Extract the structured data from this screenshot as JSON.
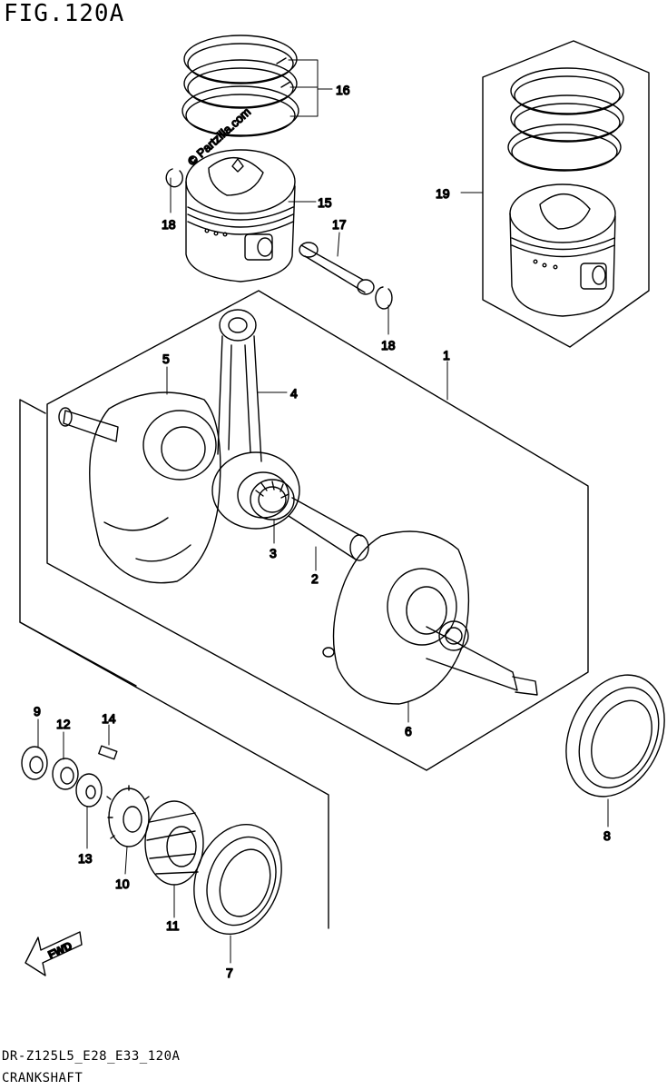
{
  "figure": {
    "title": "FIG.120A",
    "model_code": "DR-Z125L5_E28_E33_120A",
    "section_name": "CRANKSHAFT",
    "watermark": "© Partzilla.com",
    "fwd_label": "FWD"
  },
  "callouts": {
    "c1": "1",
    "c2": "2",
    "c3": "3",
    "c4": "4",
    "c5": "5",
    "c6": "6",
    "c7": "7",
    "c8": "8",
    "c9": "9",
    "c10": "10",
    "c11": "11",
    "c12": "12",
    "c13": "13",
    "c14": "14",
    "c15": "15",
    "c16": "16",
    "c17": "17",
    "c18a": "18",
    "c18b": "18",
    "c19": "19"
  }
}
